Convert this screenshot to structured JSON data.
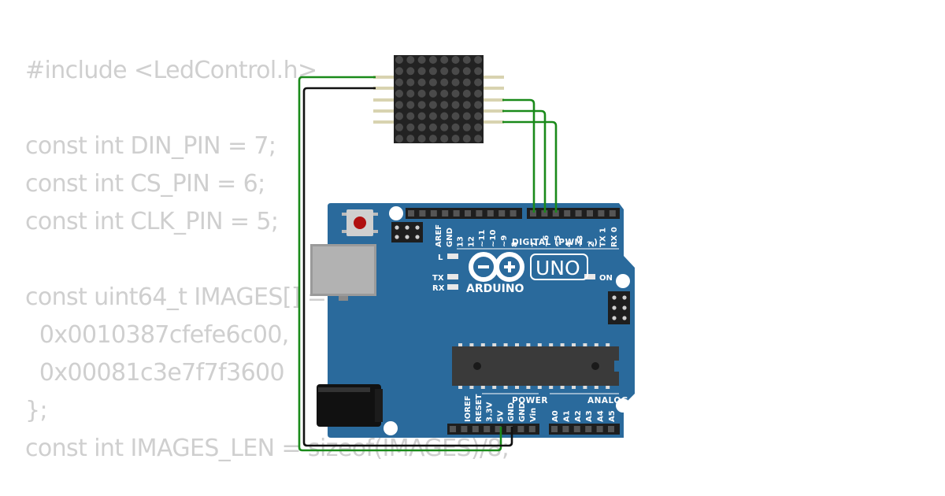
{
  "code_lines": [
    "#include <LedControl.h>",
    "",
    "const int DIN_PIN = 7;",
    "const int CS_PIN = 6;",
    "const int CLK_PIN = 5;",
    "",
    "const uint64_t IMAGES[] = {",
    "  0x0010387cfefe6c00,",
    "  0x00081c3e7f7f3600",
    "};",
    "const int IMAGES_LEN = sizeof(IMAGES)/8;"
  ],
  "board": {
    "brand": "ARDUINO",
    "model": "UNO",
    "digital_header_label": "DIGITAL (PWM ~)",
    "power_header_label": "POWER",
    "analog_header_label": "ANALOG IN",
    "on_label": "ON",
    "led_l_label": "L",
    "tx_label": "TX",
    "rx_label": "RX",
    "digital_pins_left": [
      "AREF",
      "GND",
      "13",
      "12",
      "~11",
      "~10",
      "~9",
      "8"
    ],
    "digital_pins_right": [
      "7",
      "~6",
      "~5",
      "4",
      "~3",
      "2",
      "TX 1",
      "RX 0"
    ],
    "power_pins": [
      "IOREF",
      "RESET",
      "3.3V",
      "5V",
      "GND",
      "GND",
      "Vin"
    ],
    "analog_pins": [
      "A0",
      "A1",
      "A2",
      "A3",
      "A4",
      "A5"
    ]
  },
  "colors": {
    "board_blue": "#2a6a9c",
    "wire_green": "#1a8a1a",
    "wire_black": "#111111",
    "matrix_body": "#222222",
    "code_text": "#cfcfcf"
  }
}
